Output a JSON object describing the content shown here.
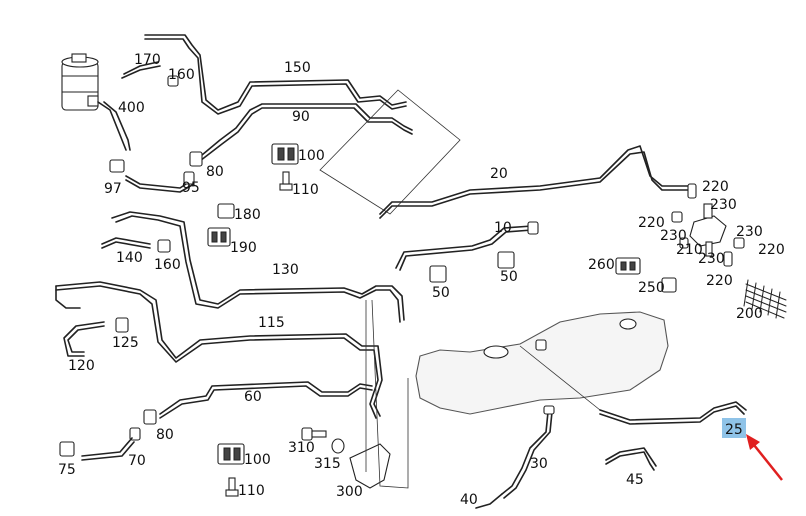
{
  "labels": {
    "p10": "10",
    "p20": "20",
    "p25": "25",
    "p30": "30",
    "p40": "40",
    "p45": "45",
    "p50a": "50",
    "p50b": "50",
    "p60": "60",
    "p70": "70",
    "p75": "75",
    "p80a": "80",
    "p80b": "80",
    "p90": "90",
    "p95": "95",
    "p97": "97",
    "p100a": "100",
    "p100b": "100",
    "p110a": "110",
    "p110b": "110",
    "p115": "115",
    "p120": "120",
    "p125": "125",
    "p130": "130",
    "p140": "140",
    "p150": "150",
    "p160a": "160",
    "p160b": "160",
    "p170": "170",
    "p180": "180",
    "p190": "190",
    "p200": "200",
    "p210": "210",
    "p220a": "220",
    "p220b": "220",
    "p220c": "220",
    "p220d": "220",
    "p230a": "230",
    "p230b": "230",
    "p230c": "230",
    "p230d": "230",
    "p250": "250",
    "p260": "260",
    "p300": "300",
    "p310": "310",
    "p315": "315",
    "p400": "400"
  },
  "highlight": {
    "part": "25",
    "color": "#8fc3e8",
    "arrow_color": "#e02020"
  }
}
